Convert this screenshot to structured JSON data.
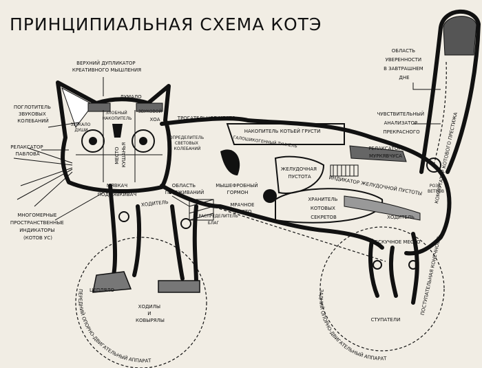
{
  "title": "ПРИНЦИПИАЛЬНАЯ СХЕМА КОТЭ",
  "labels": {
    "upper_duplicator": [
      "ВЕРХНИЙ ДУПЛИКАТОР",
      "КРЕАТИВНОГО МЫШЛЕНИЯ"
    ],
    "dumalo": "ДУМАЛО",
    "sound_absorber": [
      "ПОГЛОТИТЕЛЬ",
      "ЗВУКОВЫХ",
      "КОЛЕБАНИЙ"
    ],
    "evil_accumulator": [
      "ЗЛОБНЫЙ",
      "НАКОПИТЕЛЬ"
    ],
    "sound_organ": "ЗВУКОВОЙ",
    "zerkalo_dushi": [
      "ЗЕРКАЛО",
      "ДУШИ"
    ],
    "khoa": "ХОА",
    "pavlov_relaxer": [
      "РЕЛАКСАТОР",
      "ПАВЛОВА"
    ],
    "light_detector": [
      "ОПРЕДЕЛИТЕЛЬ",
      "СВЕТОВЫХ",
      "КОЛЕБАНИЙ"
    ],
    "kushat_place": [
      "МЕСТО",
      "КУШАНЬЯ"
    ],
    "myavkach": "МЯВКАЧ",
    "podmyavkivach": "ПОДМЯВКИВАЧ",
    "multidim_indicators": [
      "МНОГОМЕРНЫЕ",
      "ПРОСТРАНСТВЕННЫЕ",
      "ИНДИКАТОРЫ",
      "(КОТОВ УС)"
    ],
    "trogatelnoe_place": "ТРОГАТЕЛЬНОЕ МЕСТО",
    "sadness_accumulator": "НАКОПИТЕЛЬ КОТЬЕЙ ГРУСТИ",
    "tunnel": "ГАЛОШИКОГЕННЫЙ ТУННЕЛЬ",
    "stomach_emptiness": [
      "ЖЕЛУДОЧНАЯ",
      "ПУСТОТА"
    ],
    "murk_relaxer": [
      "РЕЛАКСАТОР",
      "МУРКЯВЧУСА"
    ],
    "stomach_indicator": "ИНДИКАТОР ЖЕЛУДОЧНОЙ ПУСТОТЫ",
    "anxiety_area": [
      "ОБЛАСТЬ",
      "ПЕРЕЖИВАНИЙ"
    ],
    "mouse_hormone": [
      "МЫШЕФРОБНЫЙ",
      "ГОРМОН"
    ],
    "dark_place": [
      "МРАЧНОЕ",
      "МЕСТО"
    ],
    "secrets_keeper": [
      "ХРАНИТЕЛЬ",
      "КОТОВЫХ",
      "СЕКРЕТОВ"
    ],
    "distributor": [
      "РАСПРЕДЕЛИТЕЛЬ",
      "БЛАГ"
    ],
    "walker_front": "ХОДИТЕЛЬ",
    "walker_back": "ХОДИТЕЛЬ",
    "hooked": "ЦЕПЛЯЛО",
    "walkers_diggers": [
      "ХОДИЛЫ",
      "И",
      "КОВЫРЯЛЫ"
    ],
    "front_apparatus": "ПЕРЕДНИЙ ОПОРНО-ДВИГАТЕЛЬНЫЙ АППАРАТ",
    "back_apparatus": "ЗАДНИЙ ОПОРНО-ДВИГАТЕЛЬНЫЙ АППАРАТ",
    "untouchable_place": "НЕСКУЧНОЕ МЕСТО",
    "steppers": "СТУПАТЕЛИ",
    "progressive_limb": "ПОСТУПАТЕЛЬНАЯ КОНЕЧНОСТЬ",
    "confidence_area": [
      "ОБЛАСТЬ",
      "УВЕРЕННОСТИ",
      "В ЗАВТРАШНЕМ",
      "ДНЕ"
    ],
    "beauty_analyzer": [
      "ЧУВСТВИТЕЛЬНЫЙ",
      "АНАЛИЗАТОР",
      "ПРЕКРАСНОГО"
    ],
    "prestige_commutator": "КОММУТАТОР КОТОВОГО ПРЕСТИЖА",
    "wind_rose": [
      "РОЗА",
      "ВЕТРОВ"
    ]
  }
}
